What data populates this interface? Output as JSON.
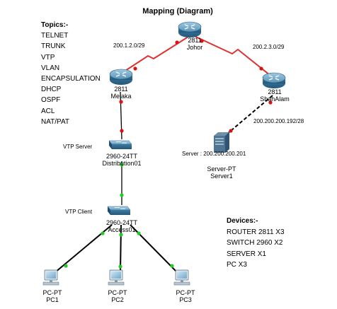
{
  "title": "Mapping (Diagram)",
  "topics": {
    "heading": "Topics:-",
    "items": [
      "TELNET",
      "TRUNK",
      "VTP",
      "VLAN",
      "ENCAPSULATION",
      "DHCP",
      "OSPF",
      "ACL",
      "NAT/PAT"
    ]
  },
  "devices_box": {
    "heading": "Devices:-",
    "items": [
      "ROUTER 2811 X3",
      "SWITCH 2960 X2",
      "SERVER X1",
      "PC X3"
    ]
  },
  "nodes": {
    "johor": {
      "model": "2811",
      "name": "Johor"
    },
    "melaka": {
      "model": "2811",
      "name": "Melaka"
    },
    "shahalam": {
      "model": "2811",
      "name": "ShahAlam"
    },
    "distribution": {
      "model": "2960-24TT",
      "name": "Distribution01",
      "role": "VTP Server"
    },
    "access": {
      "model": "2960-24TT",
      "name": "Access01",
      "role": "VTP Client"
    },
    "server": {
      "model": "Server-PT",
      "name": "Server1",
      "ip_label": "Server : 200.200.200.201"
    },
    "pc1": {
      "model": "PC-PT",
      "name": "PC1"
    },
    "pc2": {
      "model": "PC-PT",
      "name": "PC2"
    },
    "pc3": {
      "model": "PC-PT",
      "name": "PC3"
    }
  },
  "links": {
    "melaka_johor": "200.1.2.0/29",
    "johor_shahalam": "200.2.3.0/29",
    "shahalam_server": "200.200.200.192/28"
  },
  "colors": {
    "serial_link": "#e03030",
    "ethernet_link": "#000000",
    "port_up": "#22cc22",
    "port_down": "#dd1111",
    "router_body": "#3d7a9e"
  }
}
